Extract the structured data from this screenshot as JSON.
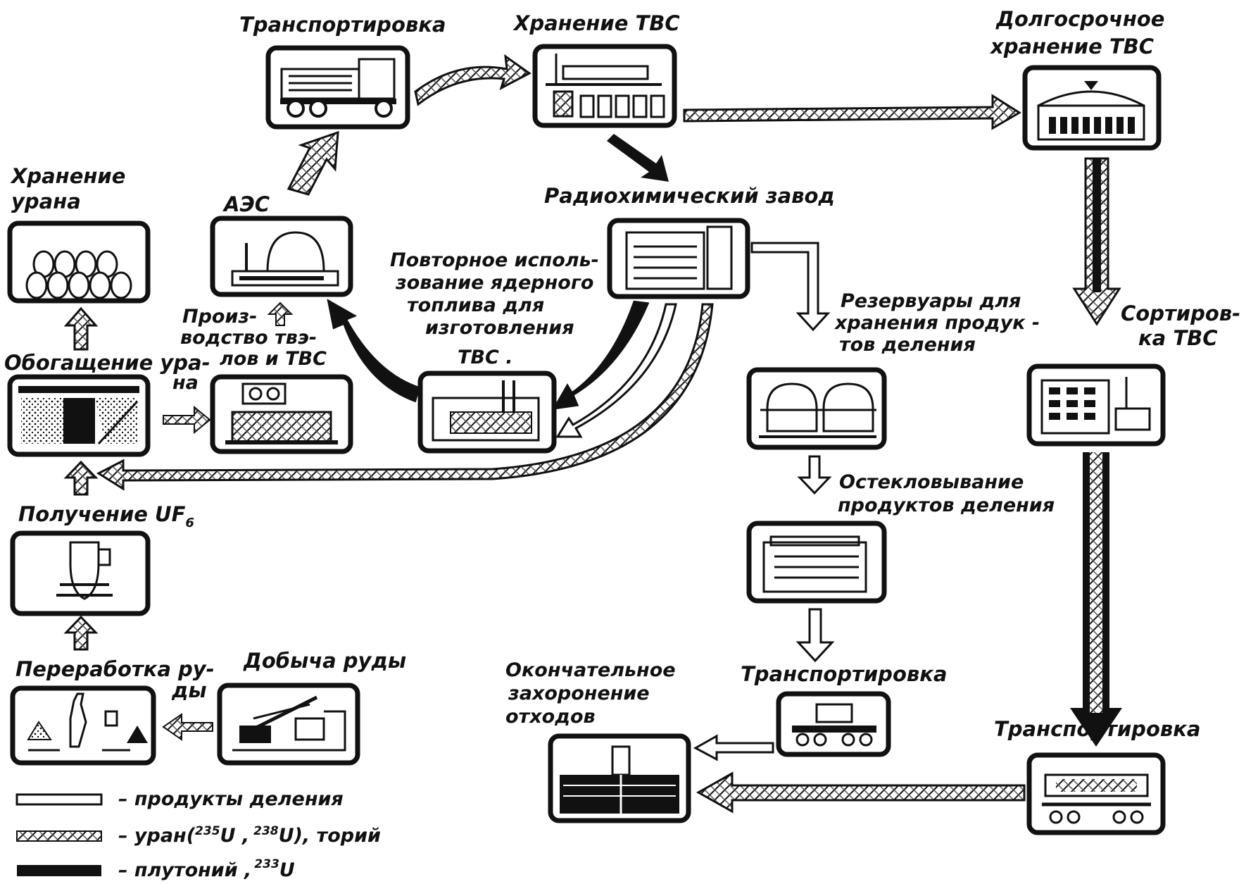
{
  "labels": {
    "transport_top": "Транспортировка",
    "storage_tvs": "Хранение ТВС",
    "longterm_1": "Долгосрочное",
    "longterm_2": "хранение ТВС",
    "uranium_storage_1": "Хранение",
    "uranium_storage_2": "урана",
    "npp": "АЭС",
    "radiochem": "Радиохимический завод",
    "reuse_1": "Повторное исполь-",
    "reuse_2": "зование ядерного",
    "reuse_3": "топлива  для",
    "reuse_4": "изготовления",
    "reuse_5": "ТВС .",
    "production_1": "Произ-",
    "production_2": "водство твэ-",
    "production_3": "лов и ТВС",
    "enrichment_1": "Обогащение ура-",
    "enrichment_2": "на",
    "uf6": "Получение UF",
    "uf6_sub": "6",
    "processing_1": "Переработка ру-",
    "processing_2": "ды",
    "mining": "Добыча руды",
    "tanks_1": "Резервуары для",
    "tanks_2": "хранения продук -",
    "tanks_3": "тов деления",
    "vitrif_1": "Остекловывание",
    "vitrif_2": "продуктов деления",
    "transport_mid": "Транспортировка",
    "final_1": "Окончательное",
    "final_2": "захоронение",
    "final_3": "отходов",
    "sorting_1": "Сортиров-",
    "sorting_2": "ка ТВС",
    "transport_right": "Транспортировка"
  },
  "legend": {
    "fission": "– продукты деления",
    "uranium_prefix": "– уран(",
    "u235": "235",
    "uranium_mid1": "U ,",
    "u238": "238",
    "uranium_mid2": "U),  торий",
    "plutonium_prefix": "– плутоний ,",
    "u233": "233",
    "plutonium_suffix": "U"
  },
  "colors": {
    "ink": "#111111",
    "paper": "#ffffff",
    "hatch": "#9a9a9a"
  }
}
